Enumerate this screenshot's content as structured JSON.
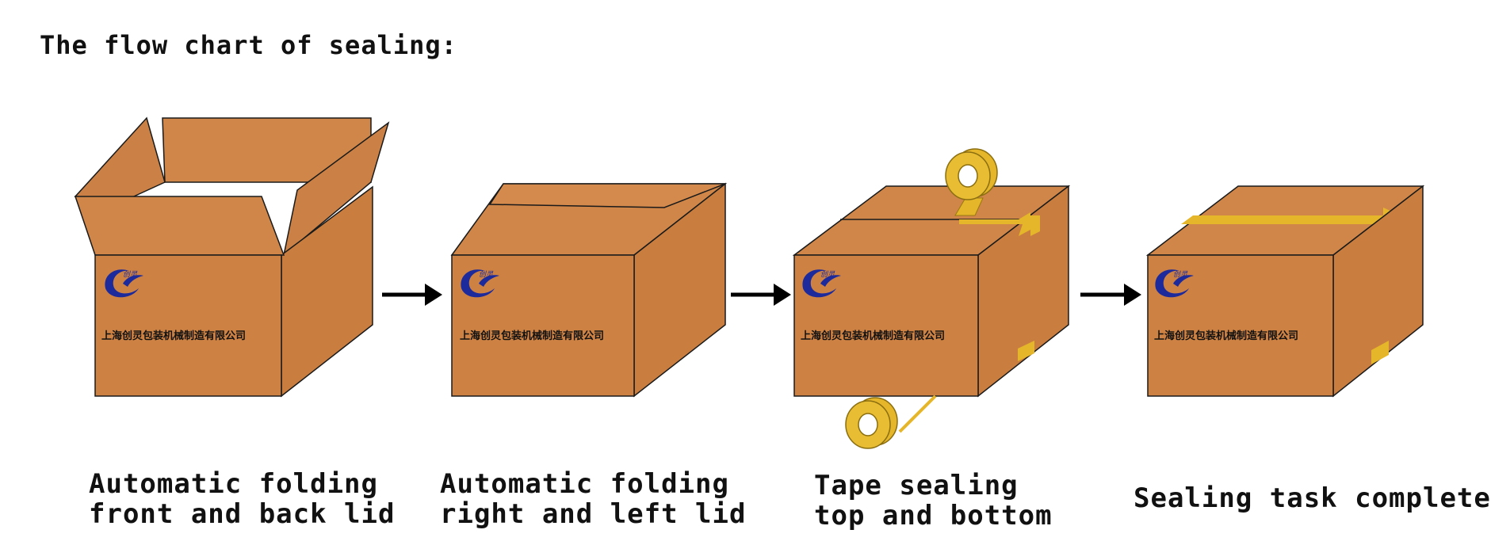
{
  "title": "The flow chart of sealing:",
  "company_name": "上海创灵包装机械制造有限公司",
  "logo_text": "创灵",
  "colors": {
    "box_front": "#cd8244",
    "box_side": "#c97d3f",
    "box_top": "#cf8648",
    "outline": "#1a1a1a",
    "tape": "#e5b62a",
    "logo": "#1c2a9c",
    "arrow": "#000000"
  },
  "steps": [
    {
      "lines": [
        "Automatic folding",
        "front and back lid"
      ]
    },
    {
      "lines": [
        "Automatic folding",
        "right and left lid"
      ]
    },
    {
      "lines": [
        "Tape sealing",
        "top and bottom"
      ]
    },
    {
      "lines": [
        "Sealing task complete"
      ]
    }
  ]
}
